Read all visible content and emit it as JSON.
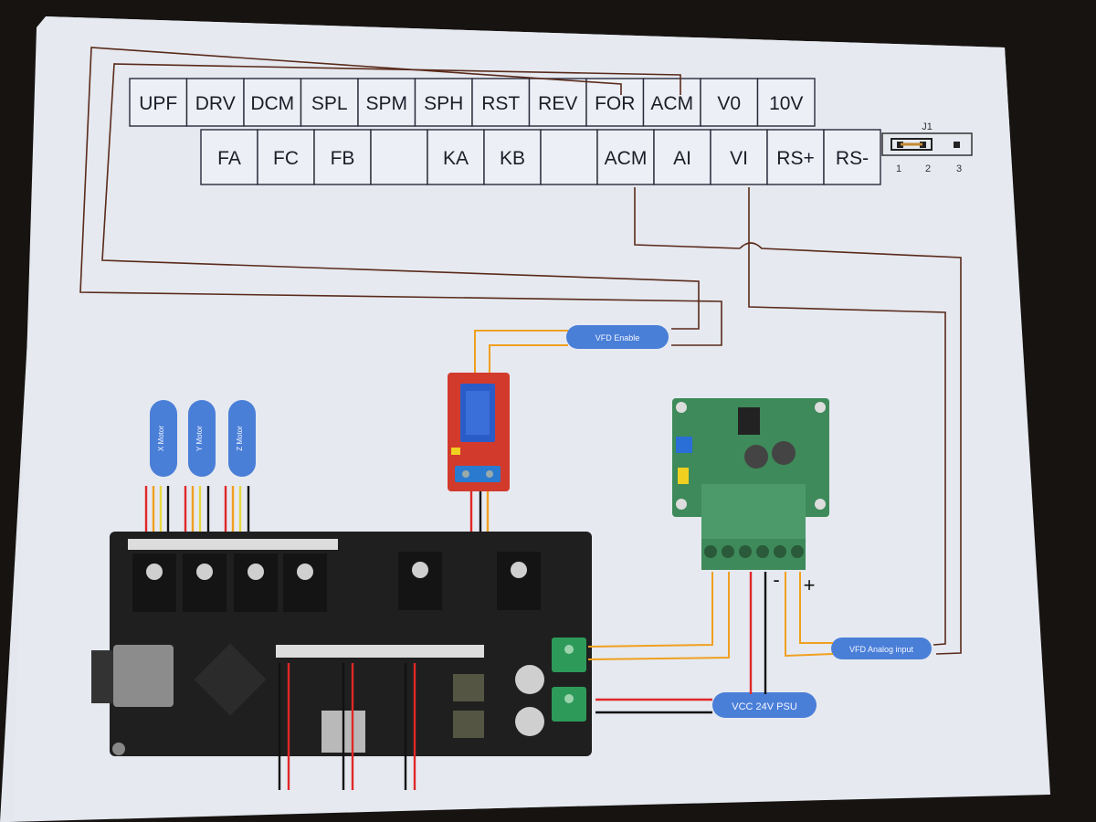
{
  "terminal_strip": {
    "top_row": [
      "UPF",
      "DRV",
      "DCM",
      "SPL",
      "SPM",
      "SPH",
      "RST",
      "REV",
      "FOR",
      "ACM",
      "V0",
      "10V"
    ],
    "bottom_row": [
      "FA",
      "FC",
      "FB",
      "",
      "KA",
      "KB",
      "",
      "ACM",
      "AI",
      "VI",
      "RS+",
      "RS-"
    ]
  },
  "jumper": {
    "title": "J1",
    "pins": [
      "1",
      "2",
      "3"
    ]
  },
  "motor_labels": [
    "X Motor",
    "Y Motor",
    "Z Motor"
  ],
  "connection_labels": {
    "vfd_enable": "VFD Enable",
    "vfd_analog_input": "VFD Analog input",
    "vcc_psu": "VCC 24V PSU"
  },
  "converter_polarity": {
    "minus": "-",
    "plus": "+"
  },
  "colors": {
    "paper": "#e4e7ee",
    "background": "#161310",
    "wire_brown": "#5a2a1a",
    "wire_orange": "#f0a020",
    "wire_red": "#e02828",
    "wire_black": "#111111",
    "label_pill": "#4a7fd8",
    "relay_red": "#d23a2c",
    "controller_board": "#222222",
    "converter_board": "#3e8a5a"
  }
}
